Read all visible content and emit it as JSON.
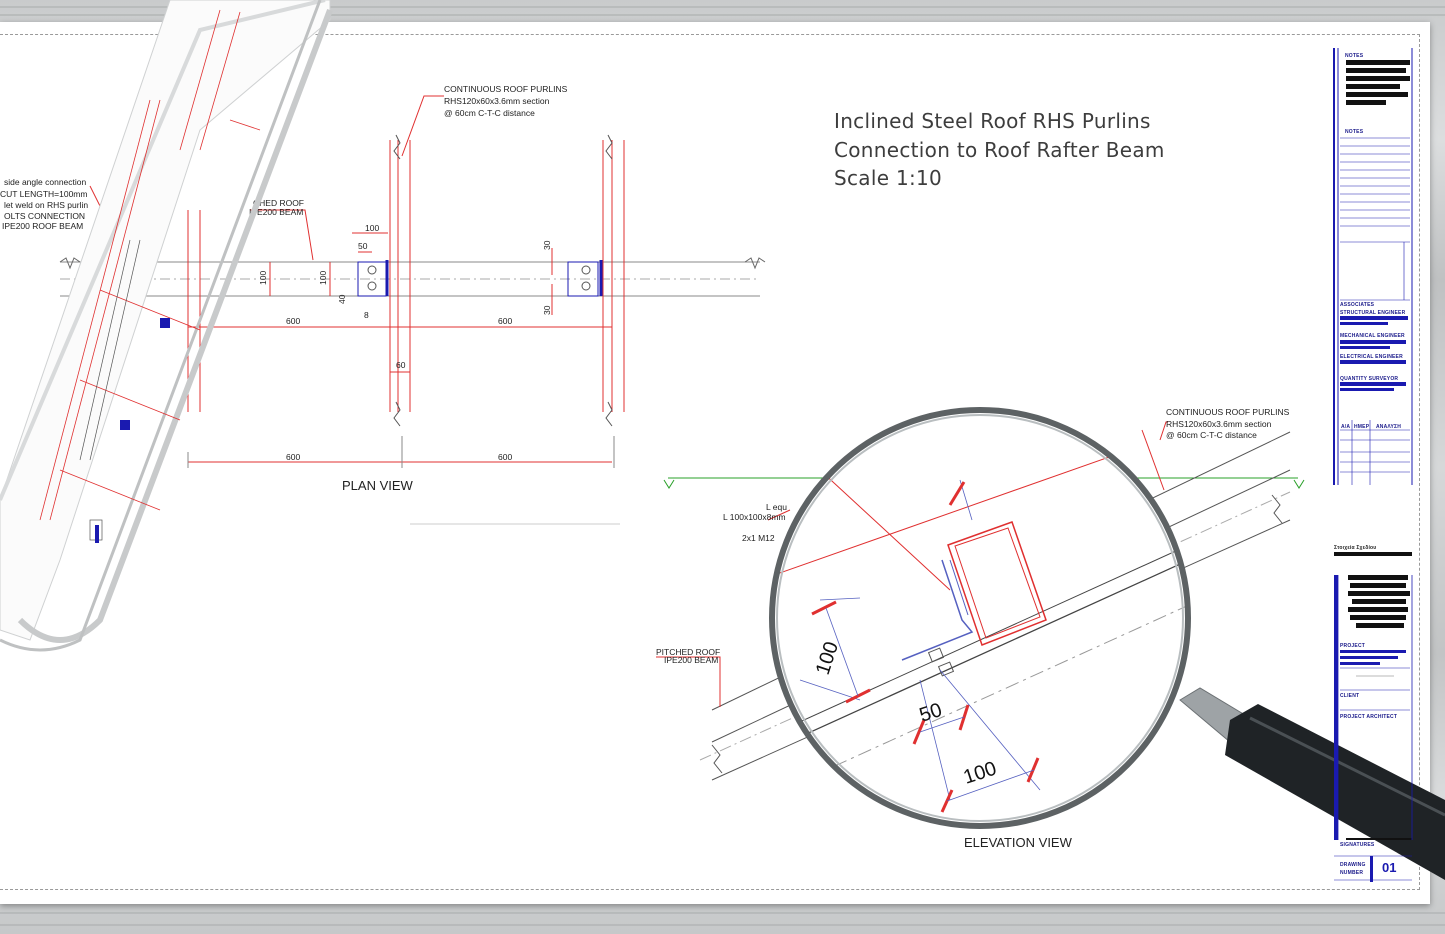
{
  "title": {
    "line1": "Inclined Steel Roof RHS Purlins",
    "line2": "Connection to Roof Rafter Beam",
    "line3": "Scale 1:10"
  },
  "plan": {
    "label": "PLAN VIEW",
    "purlin_note_1": "CONTINUOUS ROOF PURLINS",
    "purlin_note_2": "RHS120x60x3.6mm section",
    "purlin_note_3": "@ 60cm C-T-C distance",
    "left_note_1": "side angle connection",
    "left_note_2": "CUT LENGTH=100mm",
    "left_note_3": "let weld on RHS purlin",
    "left_note_4": "OLTS CONNECTION",
    "left_note_5": "IPE200 ROOF BEAM",
    "pitched_1": "CHED ROOF",
    "pitched_2": "IPE200 BEAM",
    "dims": {
      "d100_top": "100",
      "d50": "50",
      "d100_a": "100",
      "d100_b": "100",
      "d40": "40",
      "d8": "8",
      "d600_a": "600",
      "d600_b": "600",
      "d60": "60",
      "d30_a": "30",
      "d30_b": "30",
      "d600_c": "600",
      "d600_d": "600"
    }
  },
  "elevation": {
    "label": "ELEVATION VIEW",
    "purlin_note_1": "CONTINUOUS ROOF PURLINS",
    "purlin_note_2": "RHS120x60x3.6mm section",
    "purlin_note_3": "@ 60cm C-T-C distance",
    "angle_note_1": "L equ",
    "angle_note_2": "L 100x100x8mm",
    "bolt_note": "2x1 M12",
    "pitched_1": "PITCHED ROOF",
    "pitched_2": "IPE200 BEAM",
    "mag_d100_v": "100",
    "mag_d50": "50",
    "mag_d100_h": "100"
  },
  "title_block": {
    "notes_1": "NOTES",
    "notes_2": "NOTES",
    "associates": "ASSOCIATES",
    "structural": "STRUCTURAL ENGINEER",
    "mechanical": "MECHANICAL ENGINEER",
    "electrical": "ELECTRICAL ENGINEER",
    "quantity": "QUANTITY SURVEYOR",
    "col_a": "A/A",
    "col_b": "HMEP",
    "col_c": "ΑΝΑΛΥΣΗ",
    "stamp": "Στοιχεία Σχεδίου",
    "project": "PROJECT",
    "client": "CLIENT",
    "architect": "PROJECT ARCHITECT",
    "signatures": "SIGNATURES",
    "drawing": "DRAWING",
    "number": "NUMBER",
    "drawing_number": "01"
  },
  "colors": {
    "red": "#e03030",
    "blue": "#1a1ab0",
    "title_gray": "#3d3d3d",
    "handle": "#1f2326"
  },
  "icons": {
    "magnifier": "magnifying-glass-icon"
  }
}
